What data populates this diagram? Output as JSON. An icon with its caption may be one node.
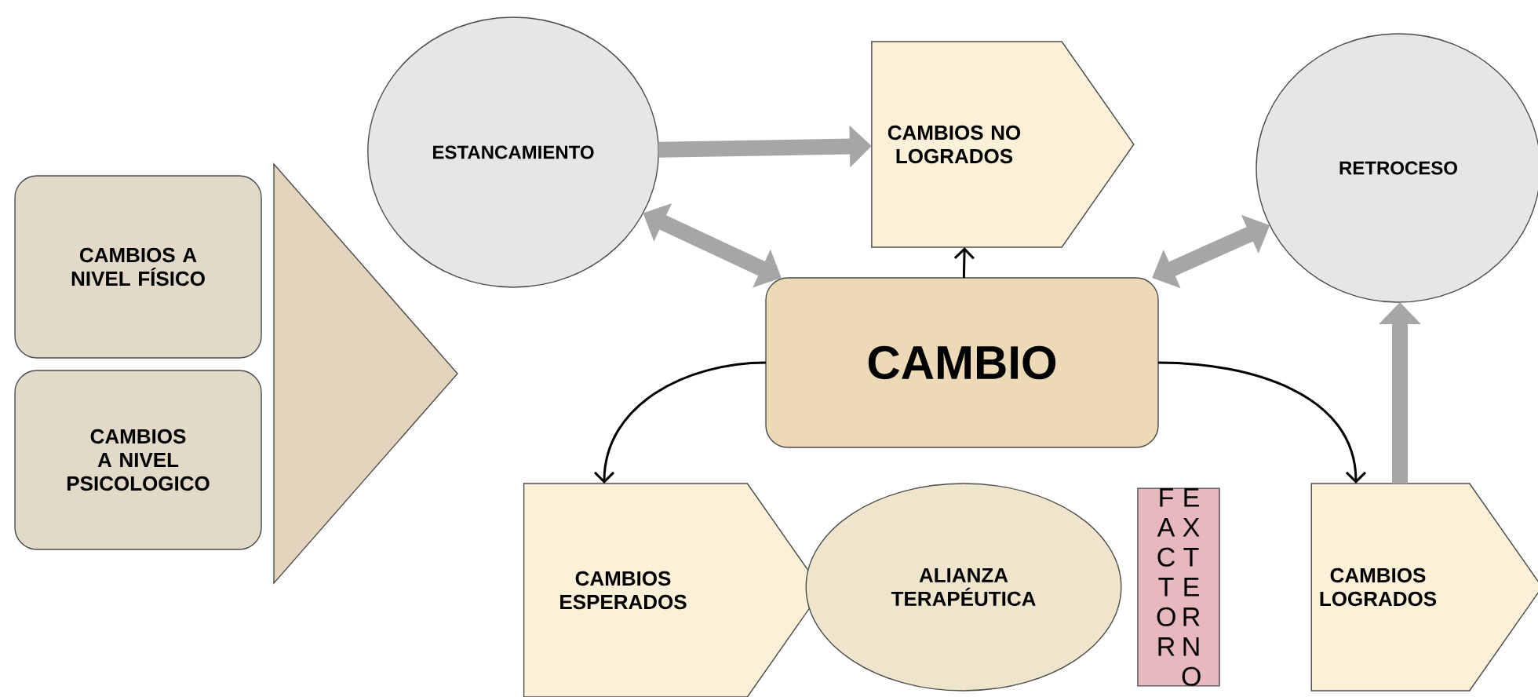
{
  "diagram": {
    "nodes": [
      {
        "text": [
          "CAMBIOS A NIVEL FÍSICO"
        ]
      },
      {
        "text": [
          "CAMBIOS A NIVEL PSICOLOGICO"
        ]
      },
      {
        "text": [],
        "shape": "triangle"
      },
      {
        "text": [
          "ESTANCAMIENTO"
        ]
      },
      {
        "text": [
          "CAMBIOS NO LOGRADOS"
        ]
      },
      {
        "text": [
          "RETROCESO"
        ]
      },
      {
        "text": [
          "CAMBIO"
        ]
      },
      {
        "text": [
          "CAMBIOS ESPERADOS"
        ]
      },
      {
        "text": [
          "ALIANZA TERAPÉUTICA"
        ]
      },
      {
        "text": [
          "FACTOR",
          "EXTERNO"
        ]
      },
      {
        "text": [
          "CAMBIOS LOGRADOS"
        ]
      }
    ],
    "edges": [
      {
        "from": 3,
        "to": 4,
        "arrow": "to"
      },
      {
        "from": 6,
        "to": 3,
        "arrow": "both"
      },
      {
        "from": 6,
        "to": 4,
        "arrow": "to",
        "color": "#000000"
      },
      {
        "from": 6,
        "to": 5,
        "arrow": "both"
      },
      {
        "from": 6,
        "to": 7,
        "arrow": "to",
        "color": "#000000"
      },
      {
        "from": 6,
        "to": 10,
        "arrow": "to",
        "color": "#000000"
      },
      {
        "from": 10,
        "to": 5,
        "arrow": "to"
      }
    ]
  }
}
